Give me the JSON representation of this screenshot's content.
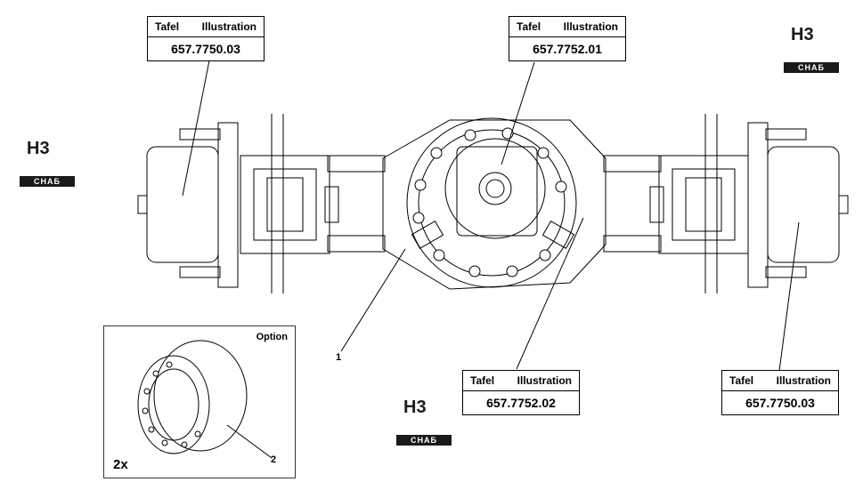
{
  "references": [
    {
      "id": "ref-left-hub",
      "header_left": "Tafel",
      "header_right": "Illustration",
      "number": "657.7750.03"
    },
    {
      "id": "ref-center-top",
      "header_left": "Tafel",
      "header_right": "Illustration",
      "number": "657.7752.01"
    },
    {
      "id": "ref-center-bottom",
      "header_left": "Tafel",
      "header_right": "Illustration",
      "number": "657.7752.02"
    },
    {
      "id": "ref-right-hub",
      "header_left": "Tafel",
      "header_right": "Illustration",
      "number": "657.7750.03"
    }
  ],
  "callouts": {
    "part1": "1",
    "part2": "2"
  },
  "option": {
    "label": "Option",
    "quantity": "2x"
  },
  "logo": {
    "mark": "H3",
    "text": "СНАБ"
  }
}
